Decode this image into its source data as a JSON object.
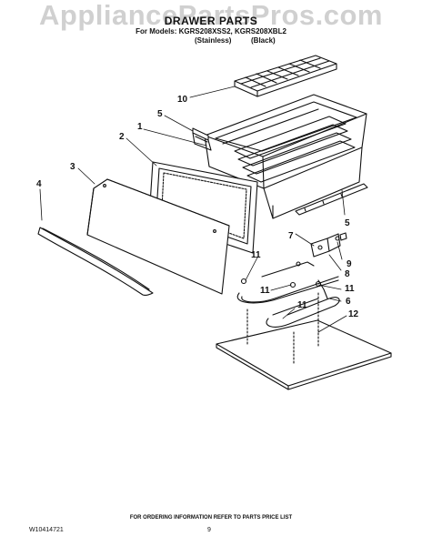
{
  "watermark": "AppliancePartsPros.com",
  "header": {
    "title": "DRAWER PARTS",
    "models_line": "For Models: KGRS208XSS2, KGRS208XBL2",
    "variants": [
      "(Stainless)",
      "(Black)"
    ]
  },
  "callouts": [
    "1",
    "2",
    "3",
    "4",
    "5",
    "5",
    "7",
    "9",
    "8",
    "10",
    "11",
    "11",
    "11",
    "11",
    "6",
    "12"
  ],
  "footer": {
    "note": "FOR ORDERING INFORMATION REFER TO PARTS PRICE LIST",
    "doc_number": "W10414721",
    "page_number": "9"
  }
}
